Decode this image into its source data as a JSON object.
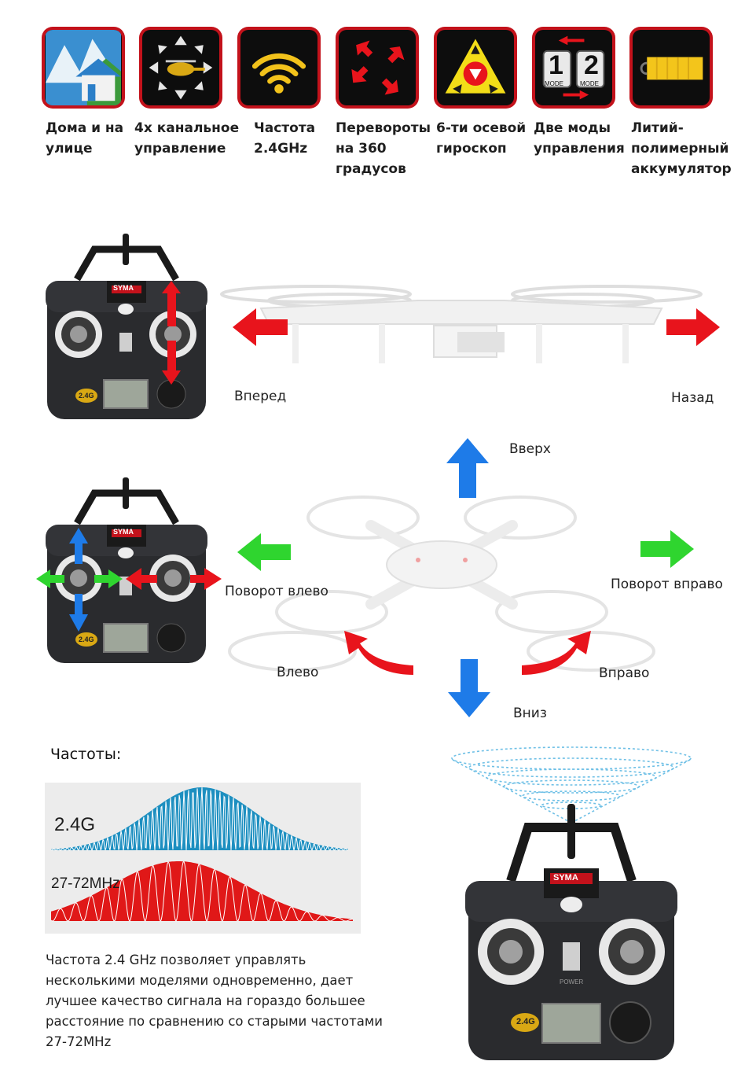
{
  "features": [
    {
      "icon": "house-mountains-icon",
      "label": "Дома и на улице"
    },
    {
      "icon": "four-channel-arrows-icon",
      "label": "4х канальное управление"
    },
    {
      "icon": "wifi-signal-icon",
      "label": "Частота 2.4GHz"
    },
    {
      "icon": "rotate-arrows-icon",
      "label": "Перевороты на 360 градусов"
    },
    {
      "icon": "gyroscope-triangle-icon",
      "label": "6-ти осевой гироскоп"
    },
    {
      "icon": "mode-switch-icon",
      "label": "Две моды управления",
      "mode_numbers": [
        "1",
        "2"
      ],
      "mode_text": "MODE"
    },
    {
      "icon": "battery-icon",
      "label": "Литий-полимерный аккумулятор"
    }
  ],
  "remote": {
    "brand": "SYMA",
    "band": "2.4G",
    "power": "POWER"
  },
  "controls": {
    "forward": "Вперед",
    "backward": "Назад",
    "up": "Вверх",
    "down": "Вниз",
    "turn_left": "Поворот влево",
    "turn_right": "Поворот вправо",
    "left": "Влево",
    "right": "Вправо"
  },
  "frequency": {
    "title": "Частоты:",
    "band_a": "2.4G",
    "band_b": "27-72MHz",
    "description": "Частота 2.4 GHz позволяет управлять несколькими моделями одновременно, дает лучшее качество сигнала на гораздо большее расстояние по сравнению со старыми частотами 27-72MHz"
  },
  "colors": {
    "icon_border": "#c3121b",
    "arrow_red": "#e8141c",
    "arrow_blue": "#1e7be8",
    "arrow_green": "#2fd52f",
    "wave_blue": "#1d8fc0",
    "wave_red": "#e01818"
  }
}
